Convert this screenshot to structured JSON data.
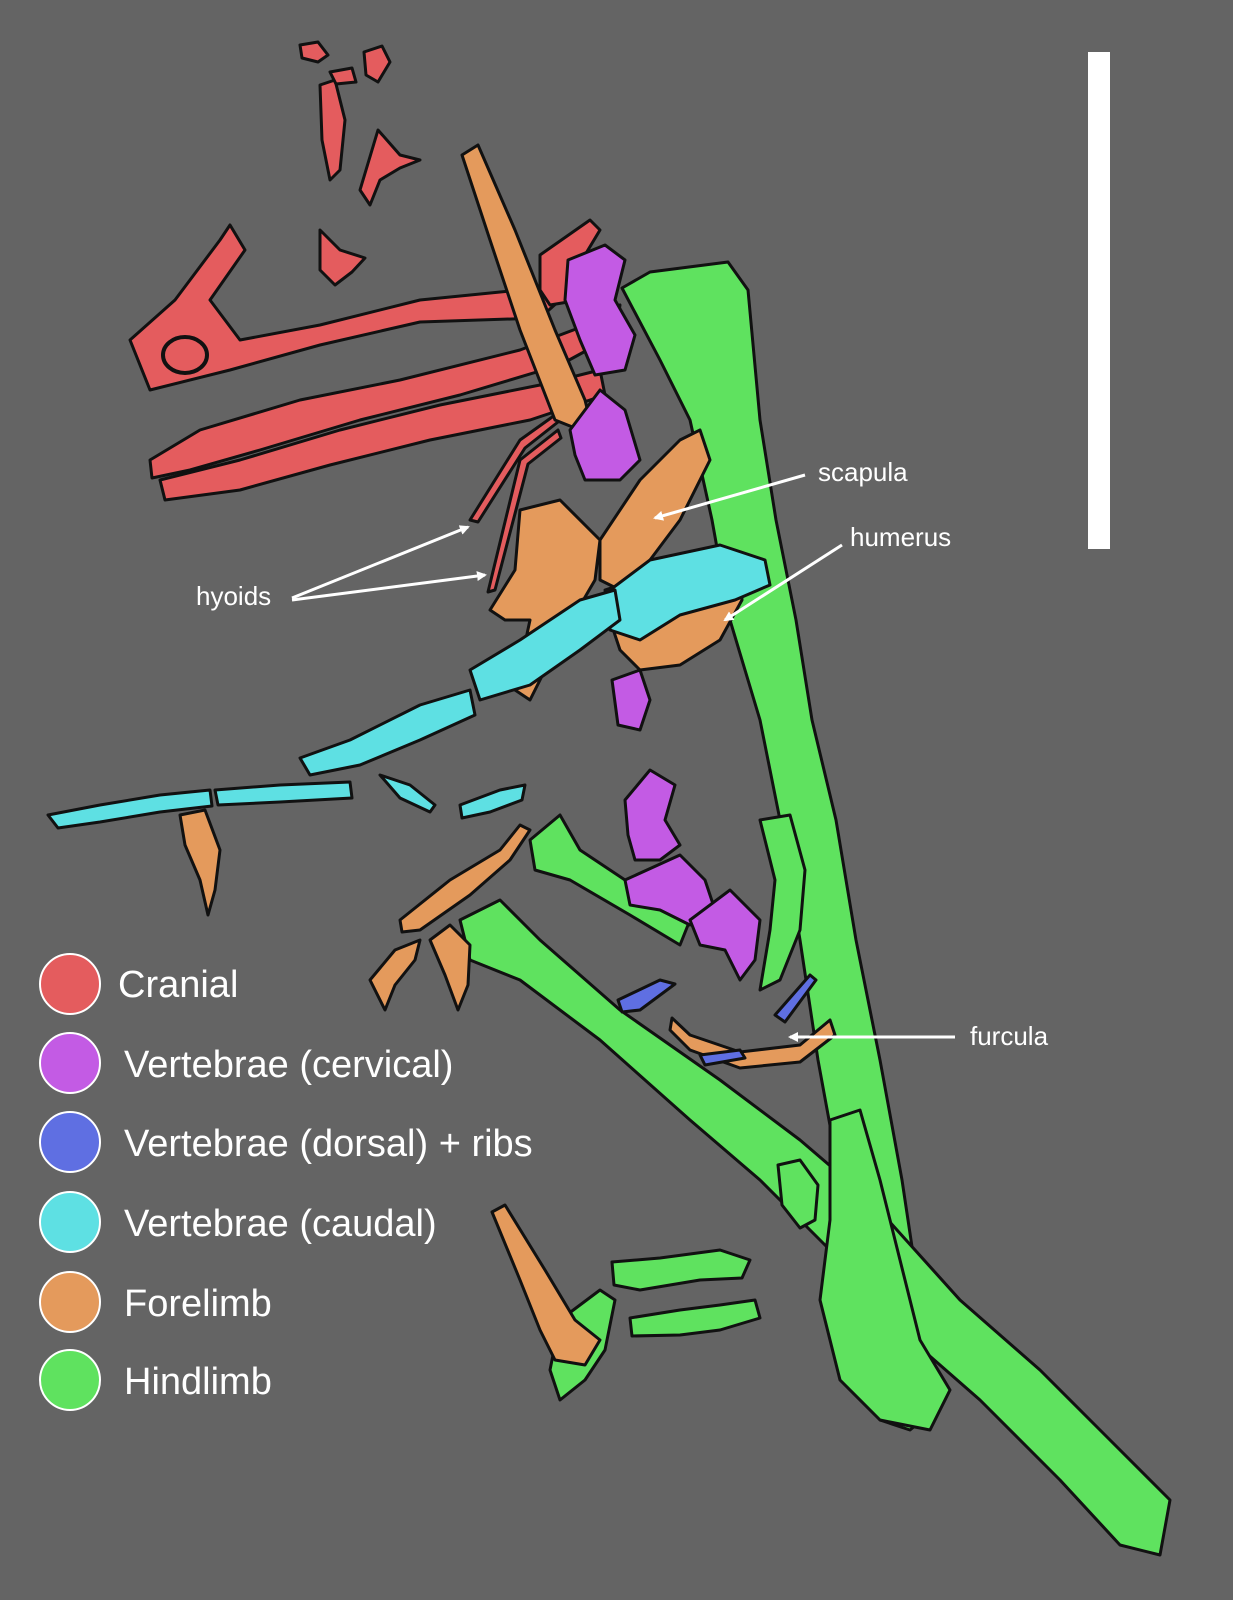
{
  "colors": {
    "background": "#646464",
    "cranial": "#E45C5E",
    "vertebrae_cervical": "#C35BE4",
    "vertebrae_dorsal_ribs": "#5F6FE2",
    "vertebrae_caudal": "#5EE0E3",
    "forelimb": "#E49A5C",
    "hindlimb": "#5FE25F",
    "annotation": "#FFFFFF"
  },
  "callouts": {
    "scapula": "scapula",
    "humerus": "humerus",
    "hyoids": "hyoids",
    "furcula": "furcula"
  },
  "legend": [
    {
      "key": "cranial",
      "label": "Cranial"
    },
    {
      "key": "vertebrae_cervical",
      "label": "Vertebrae (cervical)"
    },
    {
      "key": "vertebrae_dorsal_ribs",
      "label": "Vertebrae (dorsal) + ribs"
    },
    {
      "key": "vertebrae_caudal",
      "label": "Vertebrae (caudal)"
    },
    {
      "key": "forelimb",
      "label": "Forelimb"
    },
    {
      "key": "hindlimb",
      "label": "Hindlimb"
    }
  ]
}
